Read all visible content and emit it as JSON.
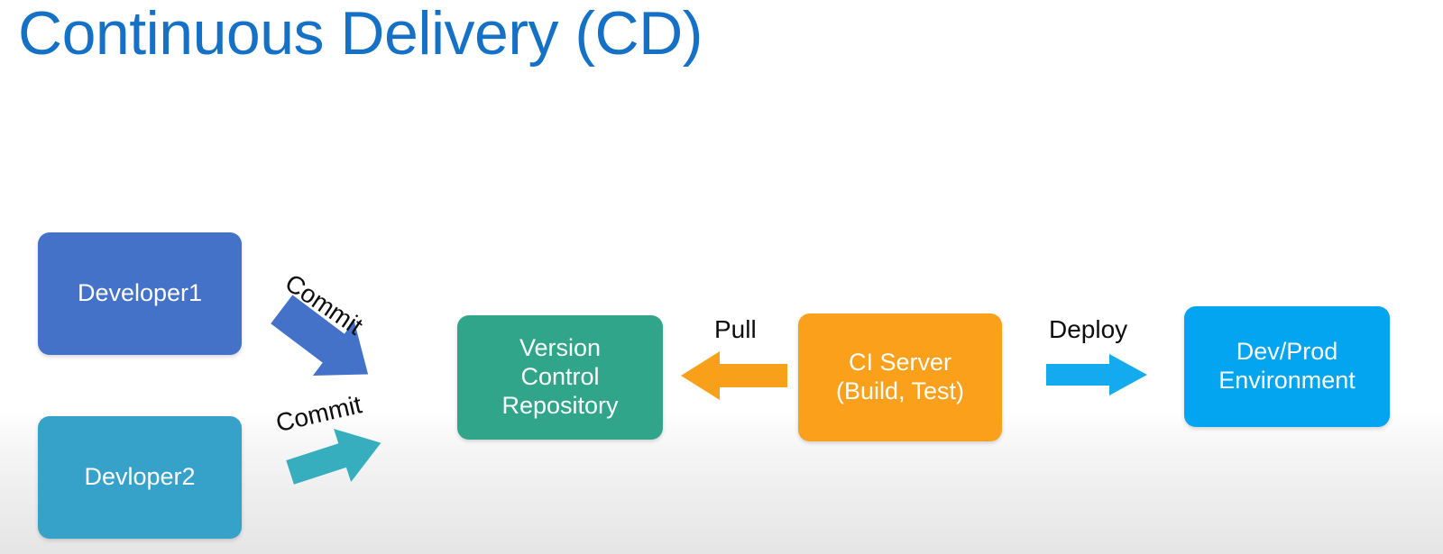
{
  "slide": {
    "title": "Continuous Delivery (CD)",
    "title_color": "#1571C6",
    "background_color": "#ffffff"
  },
  "nodes": [
    {
      "id": "developer1",
      "label": "Developer1",
      "color": "#4372C8",
      "text_color": "#ffffff"
    },
    {
      "id": "developer2",
      "label": "Devloper2",
      "color": "#37A2C9",
      "text_color": "#ffffff"
    },
    {
      "id": "version-control-repository",
      "label_line1": "Version",
      "label_line2": "Control",
      "label_line3": "Repository",
      "color": "#30A589",
      "text_color": "#ffffff"
    },
    {
      "id": "ci-server",
      "label_line1": "CI Server",
      "label_line2": "(Build, Test)",
      "color": "#FBA01A",
      "text_color": "#ffffff"
    },
    {
      "id": "dev-prod-environment",
      "label_line1": "Dev/Prod",
      "label_line2": "Environment",
      "color": "#03A4F0",
      "text_color": "#ffffff"
    }
  ],
  "edges": [
    {
      "id": "commit-1",
      "label": "Commit",
      "color": "#4372C8",
      "from": "developer1",
      "to": "version-control-repository",
      "direction": "down-right"
    },
    {
      "id": "commit-2",
      "label": "Commit",
      "color": "#37AEBE",
      "from": "developer2",
      "to": "version-control-repository",
      "direction": "up-right"
    },
    {
      "id": "pull",
      "label": "Pull",
      "color": "#F9A01B",
      "from": "ci-server",
      "to": "version-control-repository",
      "direction": "left"
    },
    {
      "id": "deploy",
      "label": "Deploy",
      "color": "#14AAF0",
      "from": "ci-server",
      "to": "dev-prod-environment",
      "direction": "right"
    }
  ]
}
